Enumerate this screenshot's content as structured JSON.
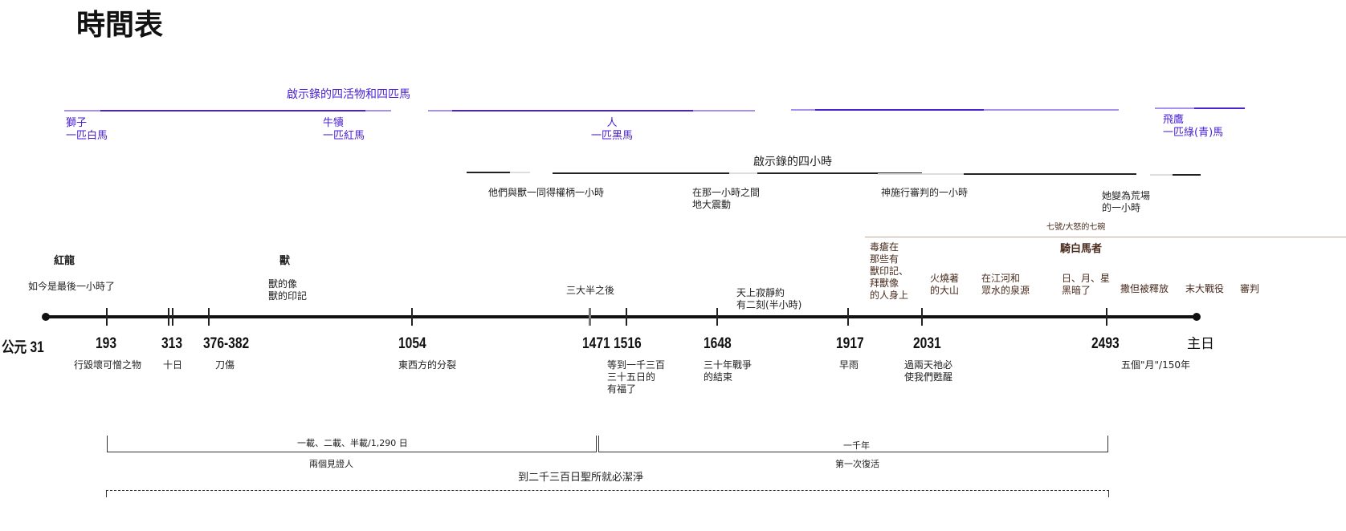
{
  "title": "時間表",
  "living_creatures": {
    "heading": "啟示錄的四活物和四匹馬",
    "items": [
      {
        "creature": "獅子",
        "horse": "一匹白馬"
      },
      {
        "creature": "牛犢",
        "horse": "一匹紅馬"
      },
      {
        "creature": "人",
        "horse": "一匹黑馬"
      },
      {
        "creature": "飛鷹",
        "horse": "一匹綠(青)馬"
      }
    ],
    "color": "#4a22d0"
  },
  "four_hours": {
    "heading": "啟示錄的四小時",
    "items": [
      {
        "label": "他們與獸一同得權柄一小時"
      },
      {
        "label": "在那一小時之間\n地大震動"
      },
      {
        "label": "神施行審判的一小時"
      },
      {
        "label": "她變為荒場\n的一小時"
      }
    ]
  },
  "bowls": {
    "heading": "七號/大怒的七碗",
    "rider": "騎白馬者",
    "items": [
      "毒瘡在\n那些有\n獸印記、\n拜獸像\n的人身上",
      "火燒著\n的大山",
      "在江河和\n眾水的泉源",
      "日、月、星\n黑暗了",
      "撒但被釋放",
      "末大戰役",
      "審判"
    ],
    "color": "#4a2c1e"
  },
  "upper_labels": {
    "dragon": "紅龍",
    "dragon_note": "如今是最後一小時了",
    "beast": "獸",
    "beast_note": "獸的像\n獸的印記",
    "three_half": "三大半之後",
    "silence": "天上寂靜約\n有二刻(半小時)"
  },
  "timeline": {
    "start_prefix": "公元",
    "end_label": "主日",
    "events": [
      {
        "year": "31",
        "note": ""
      },
      {
        "year": "193",
        "note": "行毀壞可憎之物"
      },
      {
        "year": "313",
        "note": "十日"
      },
      {
        "year": "376-382",
        "note": "刀傷"
      },
      {
        "year": "1054",
        "note": "東西方的分裂"
      },
      {
        "year": "1471",
        "note": ""
      },
      {
        "year": "1516",
        "note": "等到一千三百\n三十五日的\n有福了"
      },
      {
        "year": "1648",
        "note": "三十年戰爭\n的結束"
      },
      {
        "year": "1917",
        "note": "早雨"
      },
      {
        "year": "2031",
        "note": "過兩天祂必\n使我們甦醒"
      },
      {
        "year": "2493",
        "note": "五個\"月\"/150年"
      }
    ]
  },
  "periods": {
    "p1_label": "一載、二載、半載/1,290 日",
    "p1_caption": "兩個見證人",
    "p2_label": "一千年",
    "p2_caption": "第一次復活",
    "p3_caption": "到二千三百日聖所就必潔淨"
  }
}
